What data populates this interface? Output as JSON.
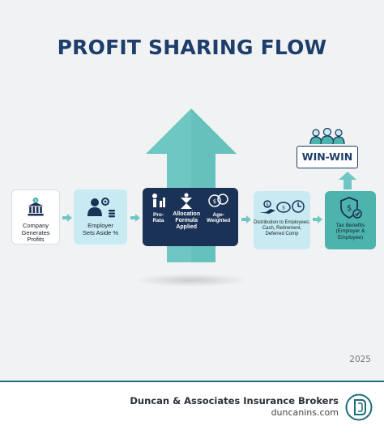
{
  "title": "PROFIT SHARING FLOW",
  "steps": {
    "company": "Company\nGenerates Profits",
    "employer": "Employer\nSets Aside %",
    "allocation": {
      "left": "Pro-Rata",
      "center": "Allocation\nFormula\nApplied",
      "right": "Age-Weighted"
    },
    "distribution": "Distribution to Employees:\nCash, Retirement,\nDeferred Comp",
    "tax": "Tax Benefits\n(Employer &\nEmployee)"
  },
  "badge": "WIN-WIN",
  "year": "2025",
  "footer": {
    "company": "Duncan & Associates Insurance Brokers",
    "website": "duncanins.com"
  },
  "colors": {
    "title": "#1d3e6b",
    "teal": "#4db3ad",
    "light_blue": "#c8ebf3",
    "navy": "#1b3257",
    "arrow": "#6ec7c3"
  },
  "icons": [
    "bank-icon",
    "employer-gear-icon",
    "coins-icon",
    "pro-rata-icon",
    "hourglass-icon",
    "age-weighted-icon",
    "hand-money-icon",
    "piggy-bank-icon",
    "clock-icon",
    "shield-dollar-icon",
    "people-icon"
  ]
}
